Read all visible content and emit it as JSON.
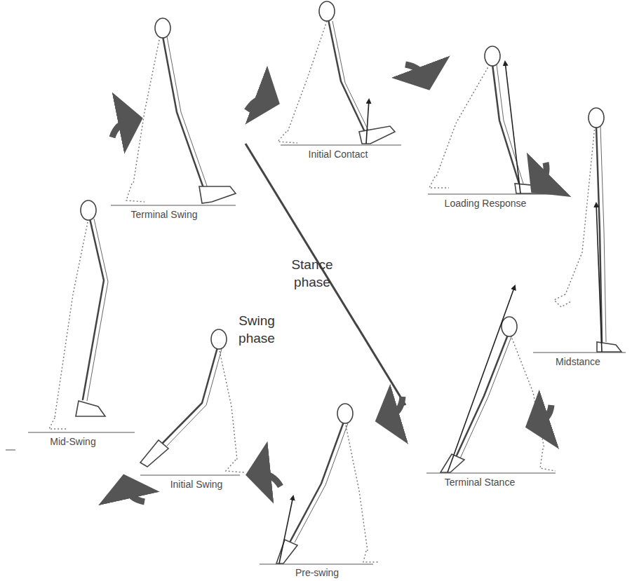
{
  "diagram": {
    "labels": [
      "Initial Contact",
      "Loading Response",
      "Midstance",
      "Terminal Stance",
      "Pre-swing",
      "Initial Swing",
      "Mid-Swing",
      "Terminal Swing",
      "Stance phase",
      "Swing phase"
    ]
  }
}
